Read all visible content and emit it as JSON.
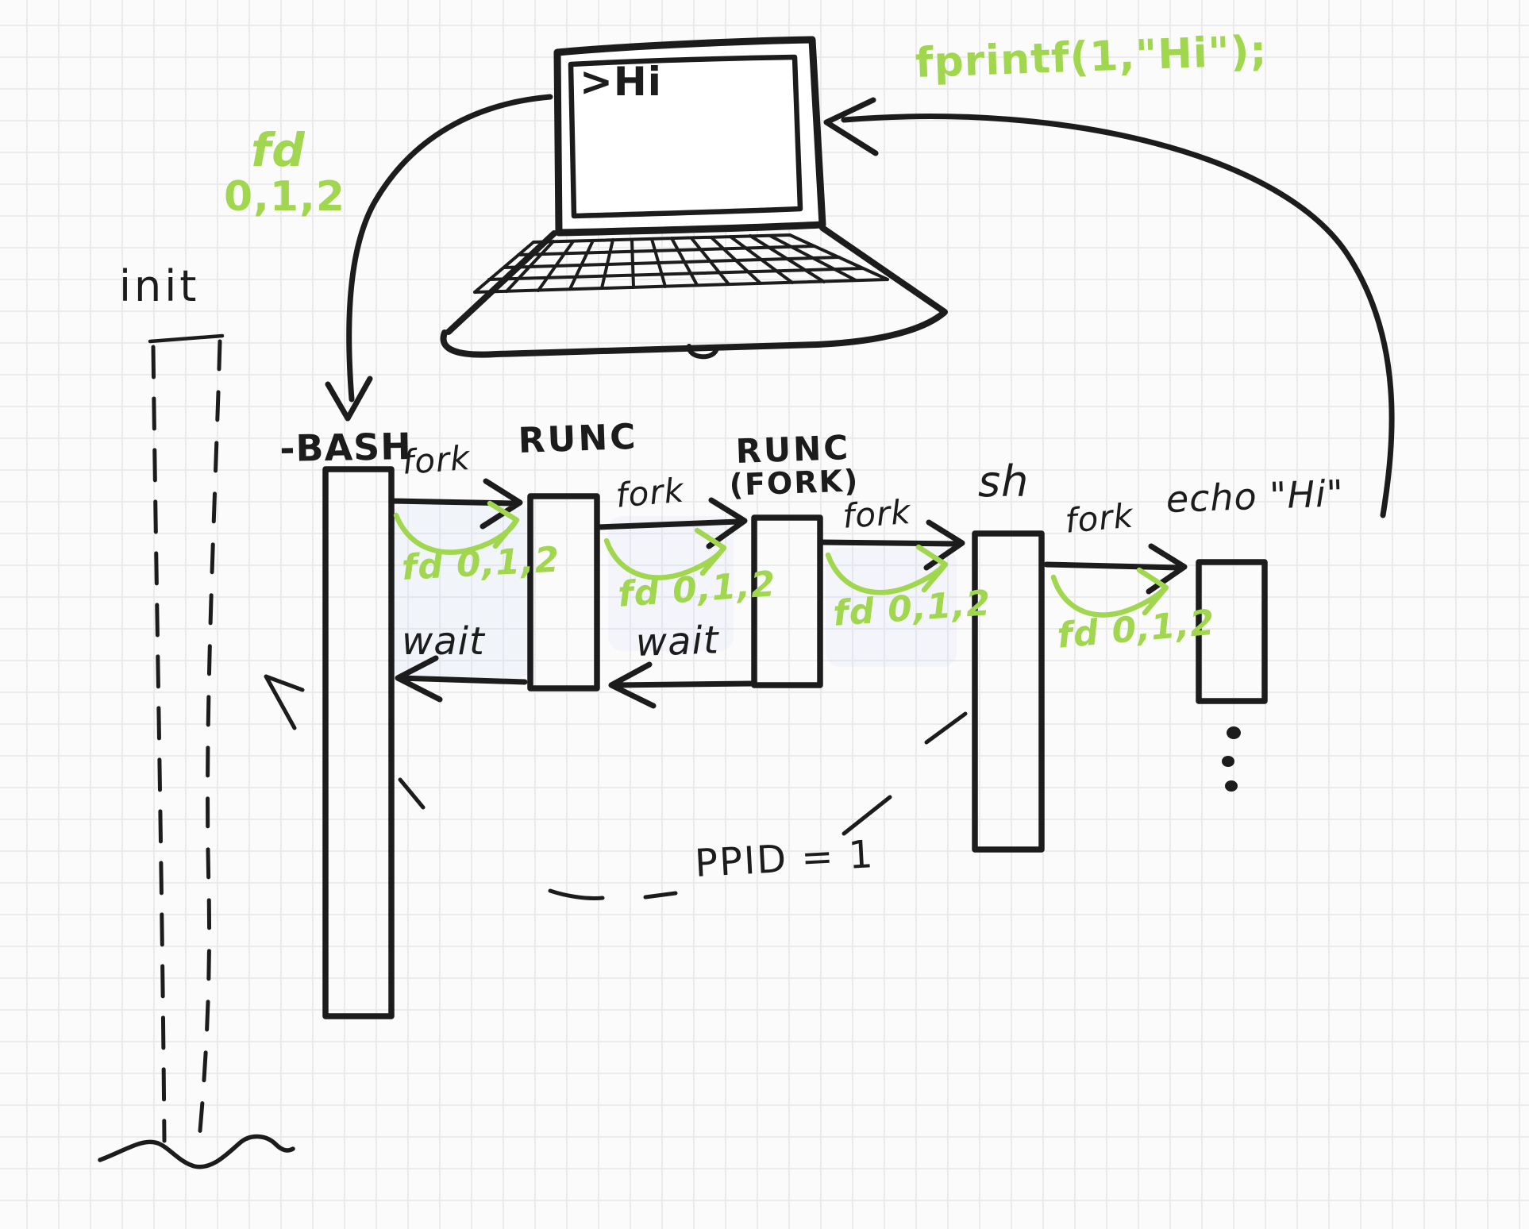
{
  "colors": {
    "ink": "#1c1c1c",
    "green": "#a1d64f",
    "paper": "#fbfbfc",
    "grid": "#ebebee"
  },
  "terminal": {
    "screen_text": ">Hi"
  },
  "annotations": {
    "fprintf_call": "fprintf(1,\"Hi\");",
    "fd_top_line1": "fd",
    "fd_top_line2": "0,1,2",
    "ppid_note": "PPID = 1"
  },
  "init_lifeline": {
    "label": "init"
  },
  "processes": [
    {
      "label": "-BASH"
    },
    {
      "label": "RUNC"
    },
    {
      "label": "RUNC",
      "sublabel": "(FORK)"
    },
    {
      "label": "sh"
    },
    {
      "label": "echo \"Hi\""
    }
  ],
  "edges": {
    "fork_labels": [
      "fork",
      "fork",
      "fork",
      "fork"
    ],
    "fd_labels": [
      "fd 0,1,2",
      "fd 0,1,2",
      "fd 0,1,2",
      "fd 0,1,2"
    ],
    "wait_labels": [
      "wait",
      "wait"
    ]
  }
}
